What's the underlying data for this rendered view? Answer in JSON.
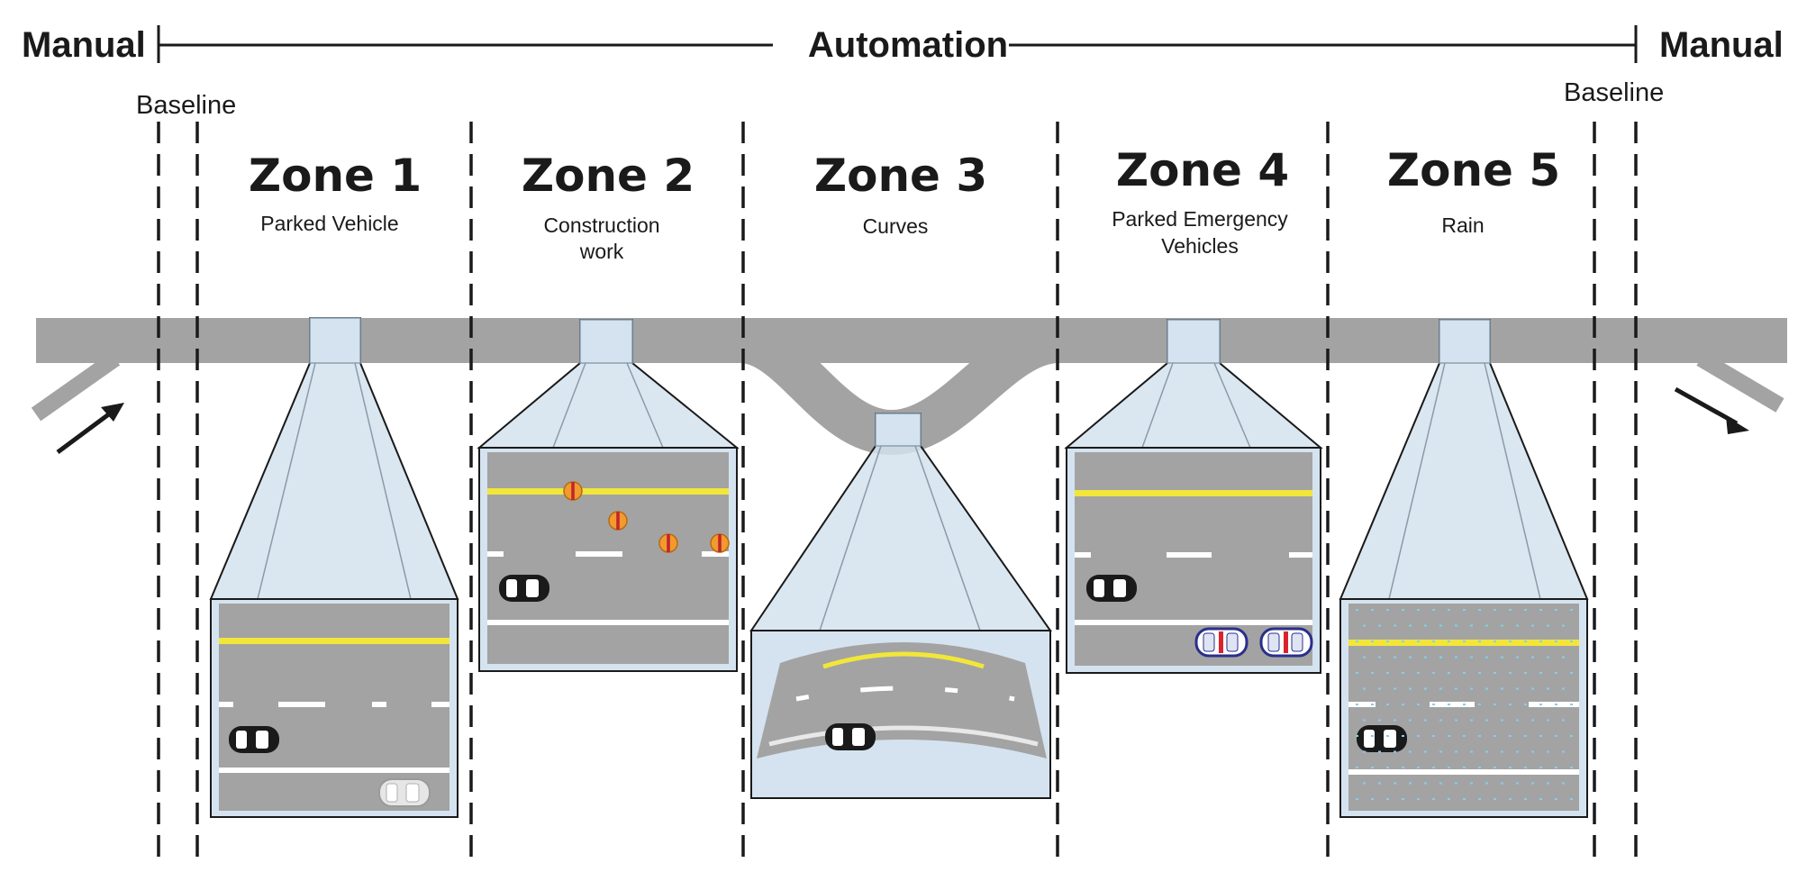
{
  "header": {
    "left_label": "Manual",
    "center_label": "Automation",
    "right_label": "Manual"
  },
  "baselines": {
    "left": "Baseline",
    "right": "Baseline"
  },
  "zones": [
    {
      "title": "Zone 1",
      "lines": [
        "Parked Vehicle"
      ]
    },
    {
      "title": "Zone 2",
      "lines": [
        "Construction",
        "work"
      ]
    },
    {
      "title": "Zone 3",
      "lines": [
        "Curves"
      ]
    },
    {
      "title": "Zone 4",
      "lines": [
        "Parked Emergency",
        "Vehicles"
      ]
    },
    {
      "title": "Zone 5",
      "lines": [
        "Rain"
      ]
    }
  ],
  "colors": {
    "road": "#a3a3a3",
    "panel": "#d4e3ef",
    "lane_yellow": "#f2e63a",
    "lane_white": "#ffffff",
    "ink": "#1a1a1a",
    "rain": "#7fd3e3"
  },
  "icons": [
    "car-icon",
    "traffic-cone-icon",
    "emergency-vehicle-icon",
    "arrow-in-icon",
    "arrow-out-icon"
  ]
}
